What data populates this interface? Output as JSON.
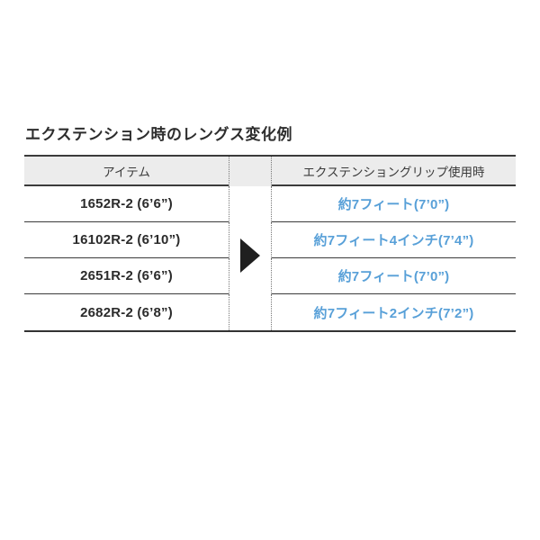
{
  "page": {
    "title": "エクステンション時のレングス変化例"
  },
  "table": {
    "headers": {
      "item": "アイテム",
      "extended": "エクステンショングリップ使用時"
    },
    "rows": [
      {
        "item": "1652R-2 (6’6”)",
        "value": "約7フィート(7’0”)"
      },
      {
        "item": "16102R-2 (6’10”)",
        "value": "約7フィート4インチ(7’4”)"
      },
      {
        "item": "2651R-2 (6’6”)",
        "value": "約7フィート(7’0”)"
      },
      {
        "item": "2682R-2 (6’8”)",
        "value": "約7フィート2インチ(7’2”)"
      }
    ],
    "arrow_icon": "right-triangle",
    "colors": {
      "value_text": "#58a0d8",
      "header_bg": "#ececec",
      "border": "#3b3b3b",
      "arrow": "#1f1f1f"
    }
  }
}
